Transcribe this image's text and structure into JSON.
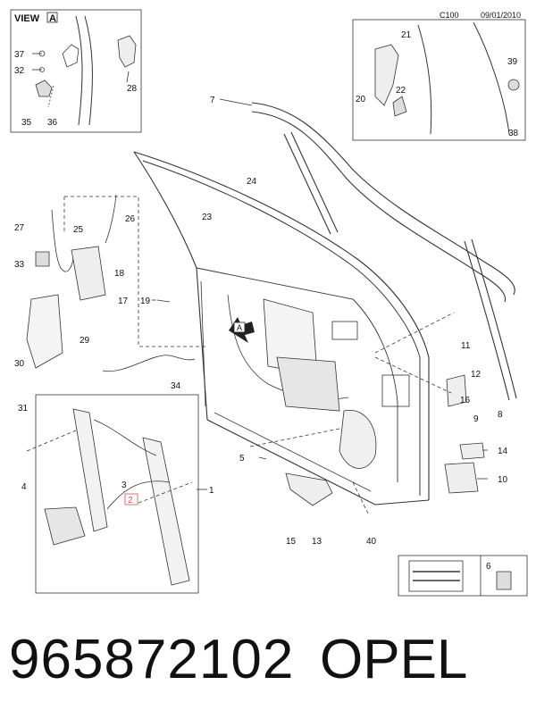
{
  "header": {
    "code": "C100",
    "date": "09/01/2010"
  },
  "view": {
    "prefix": "VIEW",
    "letter": "A"
  },
  "arrow_letter": "A",
  "footer": {
    "part_number": "965872102",
    "brand": "OPEL"
  },
  "callouts": {
    "c1": "1",
    "c2": "2",
    "c3": "3",
    "c4": "4",
    "c5": "5",
    "c6": "6",
    "c7": "7",
    "c8": "8",
    "c9": "9",
    "c10": "10",
    "c11": "11",
    "c12": "12",
    "c13": "13",
    "c14": "14",
    "c15": "15",
    "c16": "16",
    "c17": "17",
    "c18": "18",
    "c19": "19",
    "c20": "20",
    "c21": "21",
    "c22": "22",
    "c23": "23",
    "c24": "24",
    "c25": "25",
    "c26": "26",
    "c27": "27",
    "c28": "28",
    "c29": "29",
    "c30": "30",
    "c31": "31",
    "c32": "32",
    "c33": "33",
    "c34": "34",
    "c35": "35",
    "c36": "36",
    "c37": "37",
    "c38": "38",
    "c39": "39",
    "c40": "40"
  },
  "colors": {
    "line": "#333333",
    "highlight": "#e05050"
  }
}
